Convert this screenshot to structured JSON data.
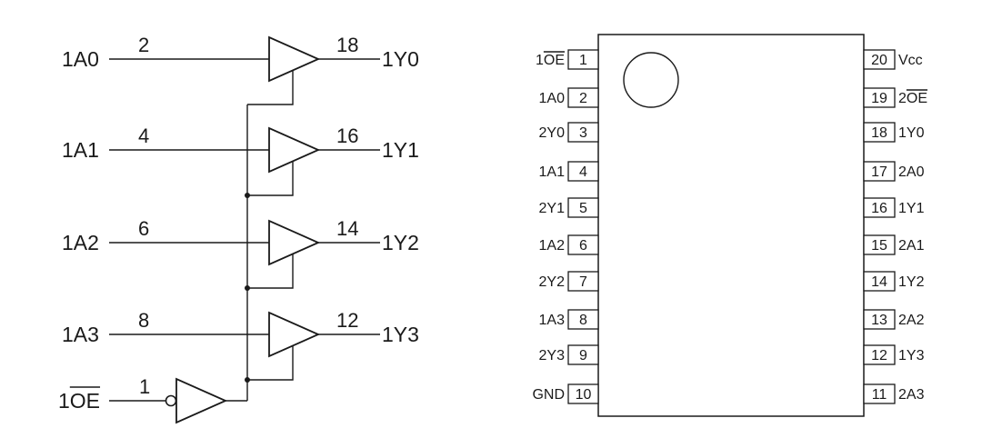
{
  "buffer_diagram": {
    "gates": [
      {
        "input": "1A0",
        "in_pin": "2",
        "out_pin": "18",
        "output": "1Y0"
      },
      {
        "input": "1A1",
        "in_pin": "4",
        "out_pin": "16",
        "output": "1Y1"
      },
      {
        "input": "1A2",
        "in_pin": "6",
        "out_pin": "14",
        "output": "1Y2"
      },
      {
        "input": "1A3",
        "in_pin": "8",
        "out_pin": "12",
        "output": "1Y3"
      }
    ],
    "enable": {
      "prefix": "1",
      "label": "OE",
      "pin": "1"
    }
  },
  "package": {
    "left_pins": [
      {
        "num": "1",
        "label_prefix": "1",
        "label": "OE",
        "overline": true
      },
      {
        "num": "2",
        "label_prefix": "",
        "label": "1A0",
        "overline": false
      },
      {
        "num": "3",
        "label_prefix": "",
        "label": "2Y0",
        "overline": false
      },
      {
        "num": "4",
        "label_prefix": "",
        "label": "1A1",
        "overline": false
      },
      {
        "num": "5",
        "label_prefix": "",
        "label": "2Y1",
        "overline": false
      },
      {
        "num": "6",
        "label_prefix": "",
        "label": "1A2",
        "overline": false
      },
      {
        "num": "7",
        "label_prefix": "",
        "label": "2Y2",
        "overline": false
      },
      {
        "num": "8",
        "label_prefix": "",
        "label": "1A3",
        "overline": false
      },
      {
        "num": "9",
        "label_prefix": "",
        "label": "2Y3",
        "overline": false
      },
      {
        "num": "10",
        "label_prefix": "",
        "label": "GND",
        "overline": false
      }
    ],
    "right_pins": [
      {
        "num": "20",
        "label_prefix": "",
        "label": "Vcc",
        "overline": false
      },
      {
        "num": "19",
        "label_prefix": "2",
        "label": "OE",
        "overline": true
      },
      {
        "num": "18",
        "label_prefix": "",
        "label": "1Y0",
        "overline": false
      },
      {
        "num": "17",
        "label_prefix": "",
        "label": "2A0",
        "overline": false
      },
      {
        "num": "16",
        "label_prefix": "",
        "label": "1Y1",
        "overline": false
      },
      {
        "num": "15",
        "label_prefix": "",
        "label": "2A1",
        "overline": false
      },
      {
        "num": "14",
        "label_prefix": "",
        "label": "1Y2",
        "overline": false
      },
      {
        "num": "13",
        "label_prefix": "",
        "label": "2A2",
        "overline": false
      },
      {
        "num": "12",
        "label_prefix": "",
        "label": "1Y3",
        "overline": false
      },
      {
        "num": "11",
        "label_prefix": "",
        "label": "2A3",
        "overline": false
      }
    ]
  }
}
